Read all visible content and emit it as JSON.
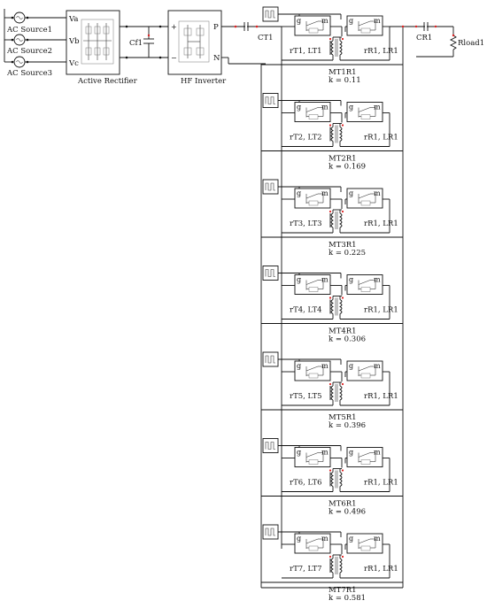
{
  "sources": [
    {
      "label": "AC Source1"
    },
    {
      "label": "AC Source2"
    },
    {
      "label": "AC Source3"
    }
  ],
  "rectifier": {
    "label": "Active Rectifier",
    "ports": [
      "Va",
      "Vb",
      "Vc"
    ]
  },
  "dc_capacitor": {
    "label": "Cf1"
  },
  "inverter": {
    "label": "HF Inverter",
    "ports": [
      "P",
      "N"
    ],
    "terminal_plus": "+",
    "terminal_minus": "−"
  },
  "primary_capacitor": {
    "label": "CT1"
  },
  "receiver_capacitor": {
    "label": "CR1"
  },
  "load": {
    "label": "Rload1"
  },
  "stages": [
    {
      "left_label": "rT1, LT1",
      "right_label": "rR1, LR1",
      "name": "MT1R1",
      "k": "k = 0.11"
    },
    {
      "left_label": "rT2, LT2",
      "right_label": "rR1, LR1",
      "name": "MT2R1",
      "k": "k = 0.169"
    },
    {
      "left_label": "rT3, LT3",
      "right_label": "rR1, LR1",
      "name": "MT3R1",
      "k": "k = 0.225"
    },
    {
      "left_label": "rT4, LT4",
      "right_label": "rR1, LR1",
      "name": "MT4R1",
      "k": "k = 0.306"
    },
    {
      "left_label": "rT5, LT5",
      "right_label": "rR1, LR1",
      "name": "MT5R1",
      "k": "k = 0.396"
    },
    {
      "left_label": "rT6, LT6",
      "right_label": "rR1, LR1",
      "name": "MT6R1",
      "k": "k = 0.496"
    },
    {
      "left_label": "rT7, LT7",
      "right_label": "rR1, LR1",
      "name": "MT7R1",
      "k": "k = 0.581"
    }
  ],
  "switch_labels": {
    "gate": "g",
    "collector": "m"
  }
}
